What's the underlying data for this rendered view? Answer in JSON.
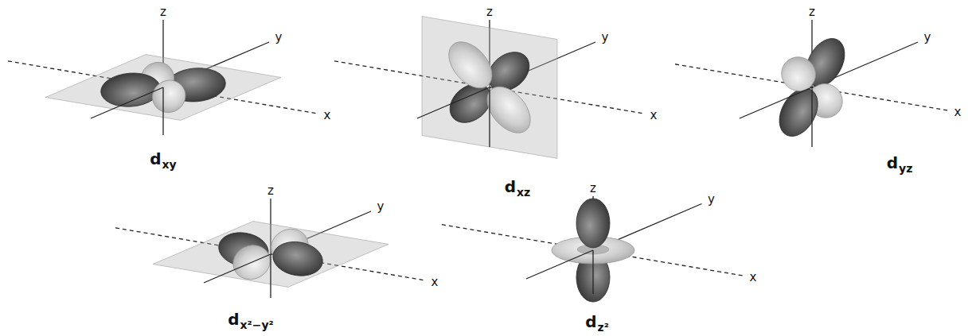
{
  "diagram": {
    "labels": [
      "z",
      "y",
      "x",
      "d",
      "xy",
      "z",
      "y",
      "x",
      "d",
      "xz",
      "z",
      "y",
      "x",
      "d",
      "yz",
      "z",
      "y",
      "x",
      "d",
      "x²−y²",
      "z",
      "y",
      "x",
      "d",
      "z²"
    ]
  }
}
